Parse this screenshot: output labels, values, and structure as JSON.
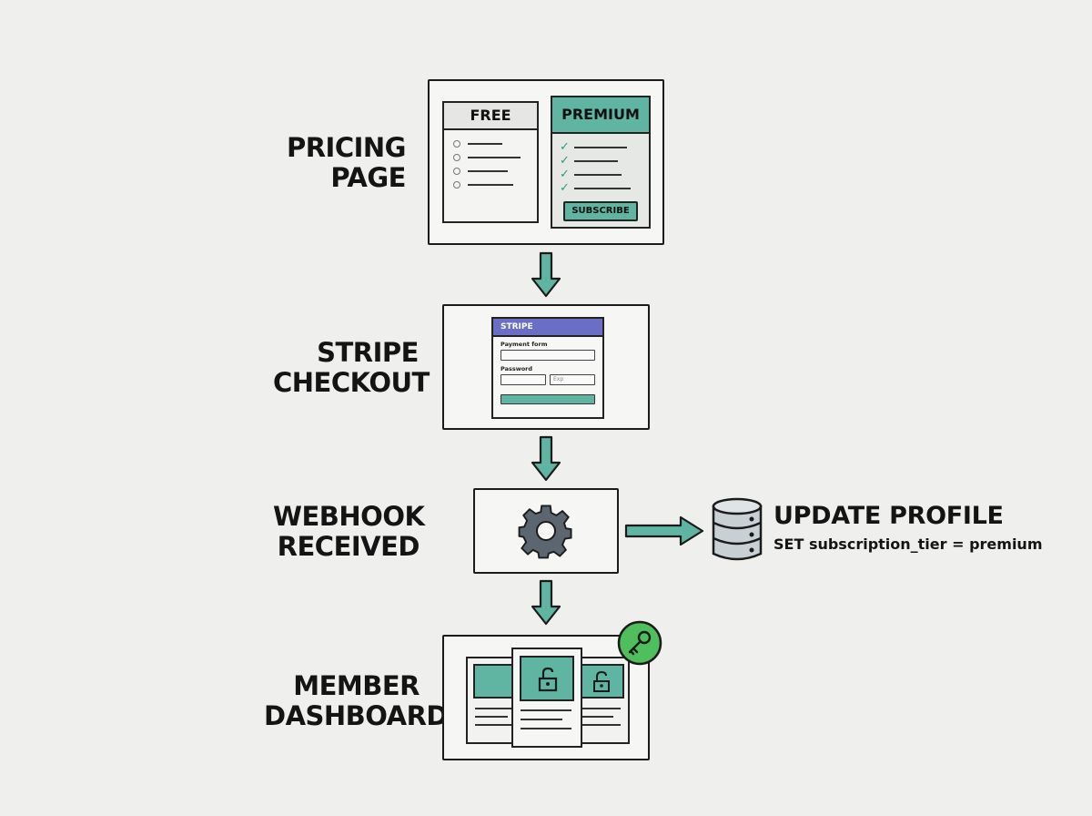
{
  "steps": {
    "pricing": {
      "label_line1": "PRICING",
      "label_line2": "PAGE",
      "free_title": "FREE",
      "premium_title": "PREMIUM",
      "subscribe_label": "SUBSCRIBE"
    },
    "checkout": {
      "label_line1": "STRIPE",
      "label_line2": "CHECKOUT",
      "form_header": "STRIPE",
      "field1_label": "Payment form",
      "field2_label": "Password",
      "expiry_placeholder": "Exp"
    },
    "webhook": {
      "label_line1": "WEBHOOK",
      "label_line2": "RECEIVED",
      "icon": "gear-icon"
    },
    "dashboard": {
      "label_line1": "MEMBER",
      "label_line2": "DASHBOARD",
      "badge_icon": "key-icon"
    }
  },
  "side_action": {
    "icon": "database-icon",
    "title": "UPDATE PROFILE",
    "subtitle": "SET subscription_tier = premium"
  },
  "colors": {
    "accent_teal": "#5fb5a2",
    "stripe_purple": "#6a6ec4",
    "badge_green": "#4fbf5e",
    "gear_gray": "#5b6670"
  }
}
